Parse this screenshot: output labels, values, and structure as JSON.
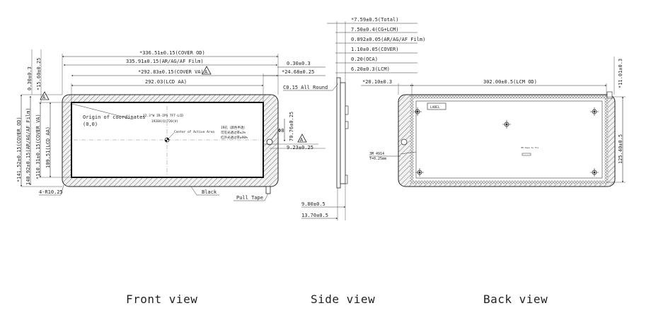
{
  "front": {
    "dims": {
      "cover_od_w": "*336.51±0.15(COVER OD)",
      "film_w": "335.91±0.15(AR/AG/AF Film)",
      "cover_va_w": "*292.83±0.15(COVER VA)",
      "lcd_aa_w": "292.03(LCD AA)",
      "right_gap_top": "0.30±0.3",
      "right_gap_va": "*24.68±0.25",
      "left_gap_top": "0.30±0.3",
      "left_gap_va": "*15.60±0.25",
      "cover_od_h": "*141.52±0.15(COVER OD)",
      "film_h": "140.92±0.15(AR/AG/AF Film)",
      "cover_va_h": "*110.31±0.15(COVER VA)",
      "lcd_aa_h": "109.51(LCD AA)",
      "hole_y": "70.76±0.25",
      "hole_x": "9.23±0.25",
      "radius": "4-R10.25",
      "hole_dia": "Φ8",
      "a_mark": "A"
    },
    "labels": {
      "origin": "Origin of coordinates",
      "origin_xy": "(0,0)",
      "center": "Center of Active Area",
      "product_l1": "12.3\"W IR-IPS TFT-LCD",
      "product_l2": "1920X(Q)720(V)",
      "hole_l1": "IR孔（颜色半透）",
      "hole_l2": "可见光透过率≤1%",
      "hole_l3": "红外光透过率≥90%",
      "black": "Black",
      "pull_tape": "Pull Tape"
    }
  },
  "side": {
    "total": "*7.59±0.5(Total)",
    "cg_lcm": "7.50±0.4(CG+LCM)",
    "film": "0.092±0.05(AR/AG/AF Film)",
    "cover": "1.10±0.05(COVER)",
    "oca": "0.20(OCA)",
    "lcm": "6.20±0.3(LCM)",
    "round": "C0.15 All Round",
    "bottom1": "9.80±0.5",
    "bottom2": "13.70±0.5"
  },
  "back": {
    "left_gap": "*20.10±0.3",
    "lcm_w": "302.00±0.5(LCM OD)",
    "right_gap": "*11.01±0.3",
    "lcm_h": "125.40±0.5",
    "label": "LABEL",
    "tape_l1": "3M 4914",
    "tape_l2": "T=0.25mm",
    "small_text": "3M Tape to Fix"
  },
  "captions": {
    "front": "Front view",
    "side": "Side view",
    "back": "Back view"
  }
}
